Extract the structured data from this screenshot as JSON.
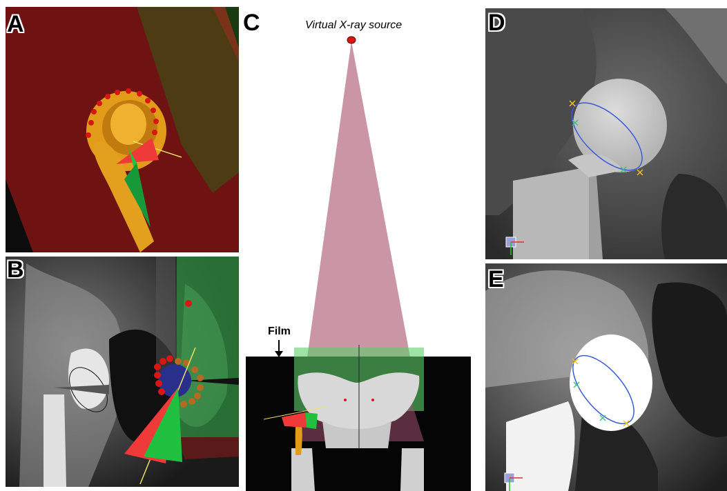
{
  "panels": {
    "a": {
      "label": "A"
    },
    "b": {
      "label": "B"
    },
    "c": {
      "label": "C",
      "source_label": "Virtual X-ray source",
      "film_label": "Film"
    },
    "d": {
      "label": "D"
    },
    "e": {
      "label": "E"
    }
  },
  "colors": {
    "plane_dark_red": "#6e1212",
    "plane_olive": "#4a3a12",
    "cup_orange": "#e39b1a",
    "marker_red": "#d81616",
    "arrow_red": "#f03a3a",
    "arrow_green": "#22c040",
    "cone_pink": "#c48a9a",
    "film_green": "#5fcf6a",
    "ellipse_blue": "#3a5ad8",
    "cross_yellow": "#f0c020",
    "cross_green": "#40c080"
  },
  "icons": [
    "coordinate-axes-icon"
  ]
}
